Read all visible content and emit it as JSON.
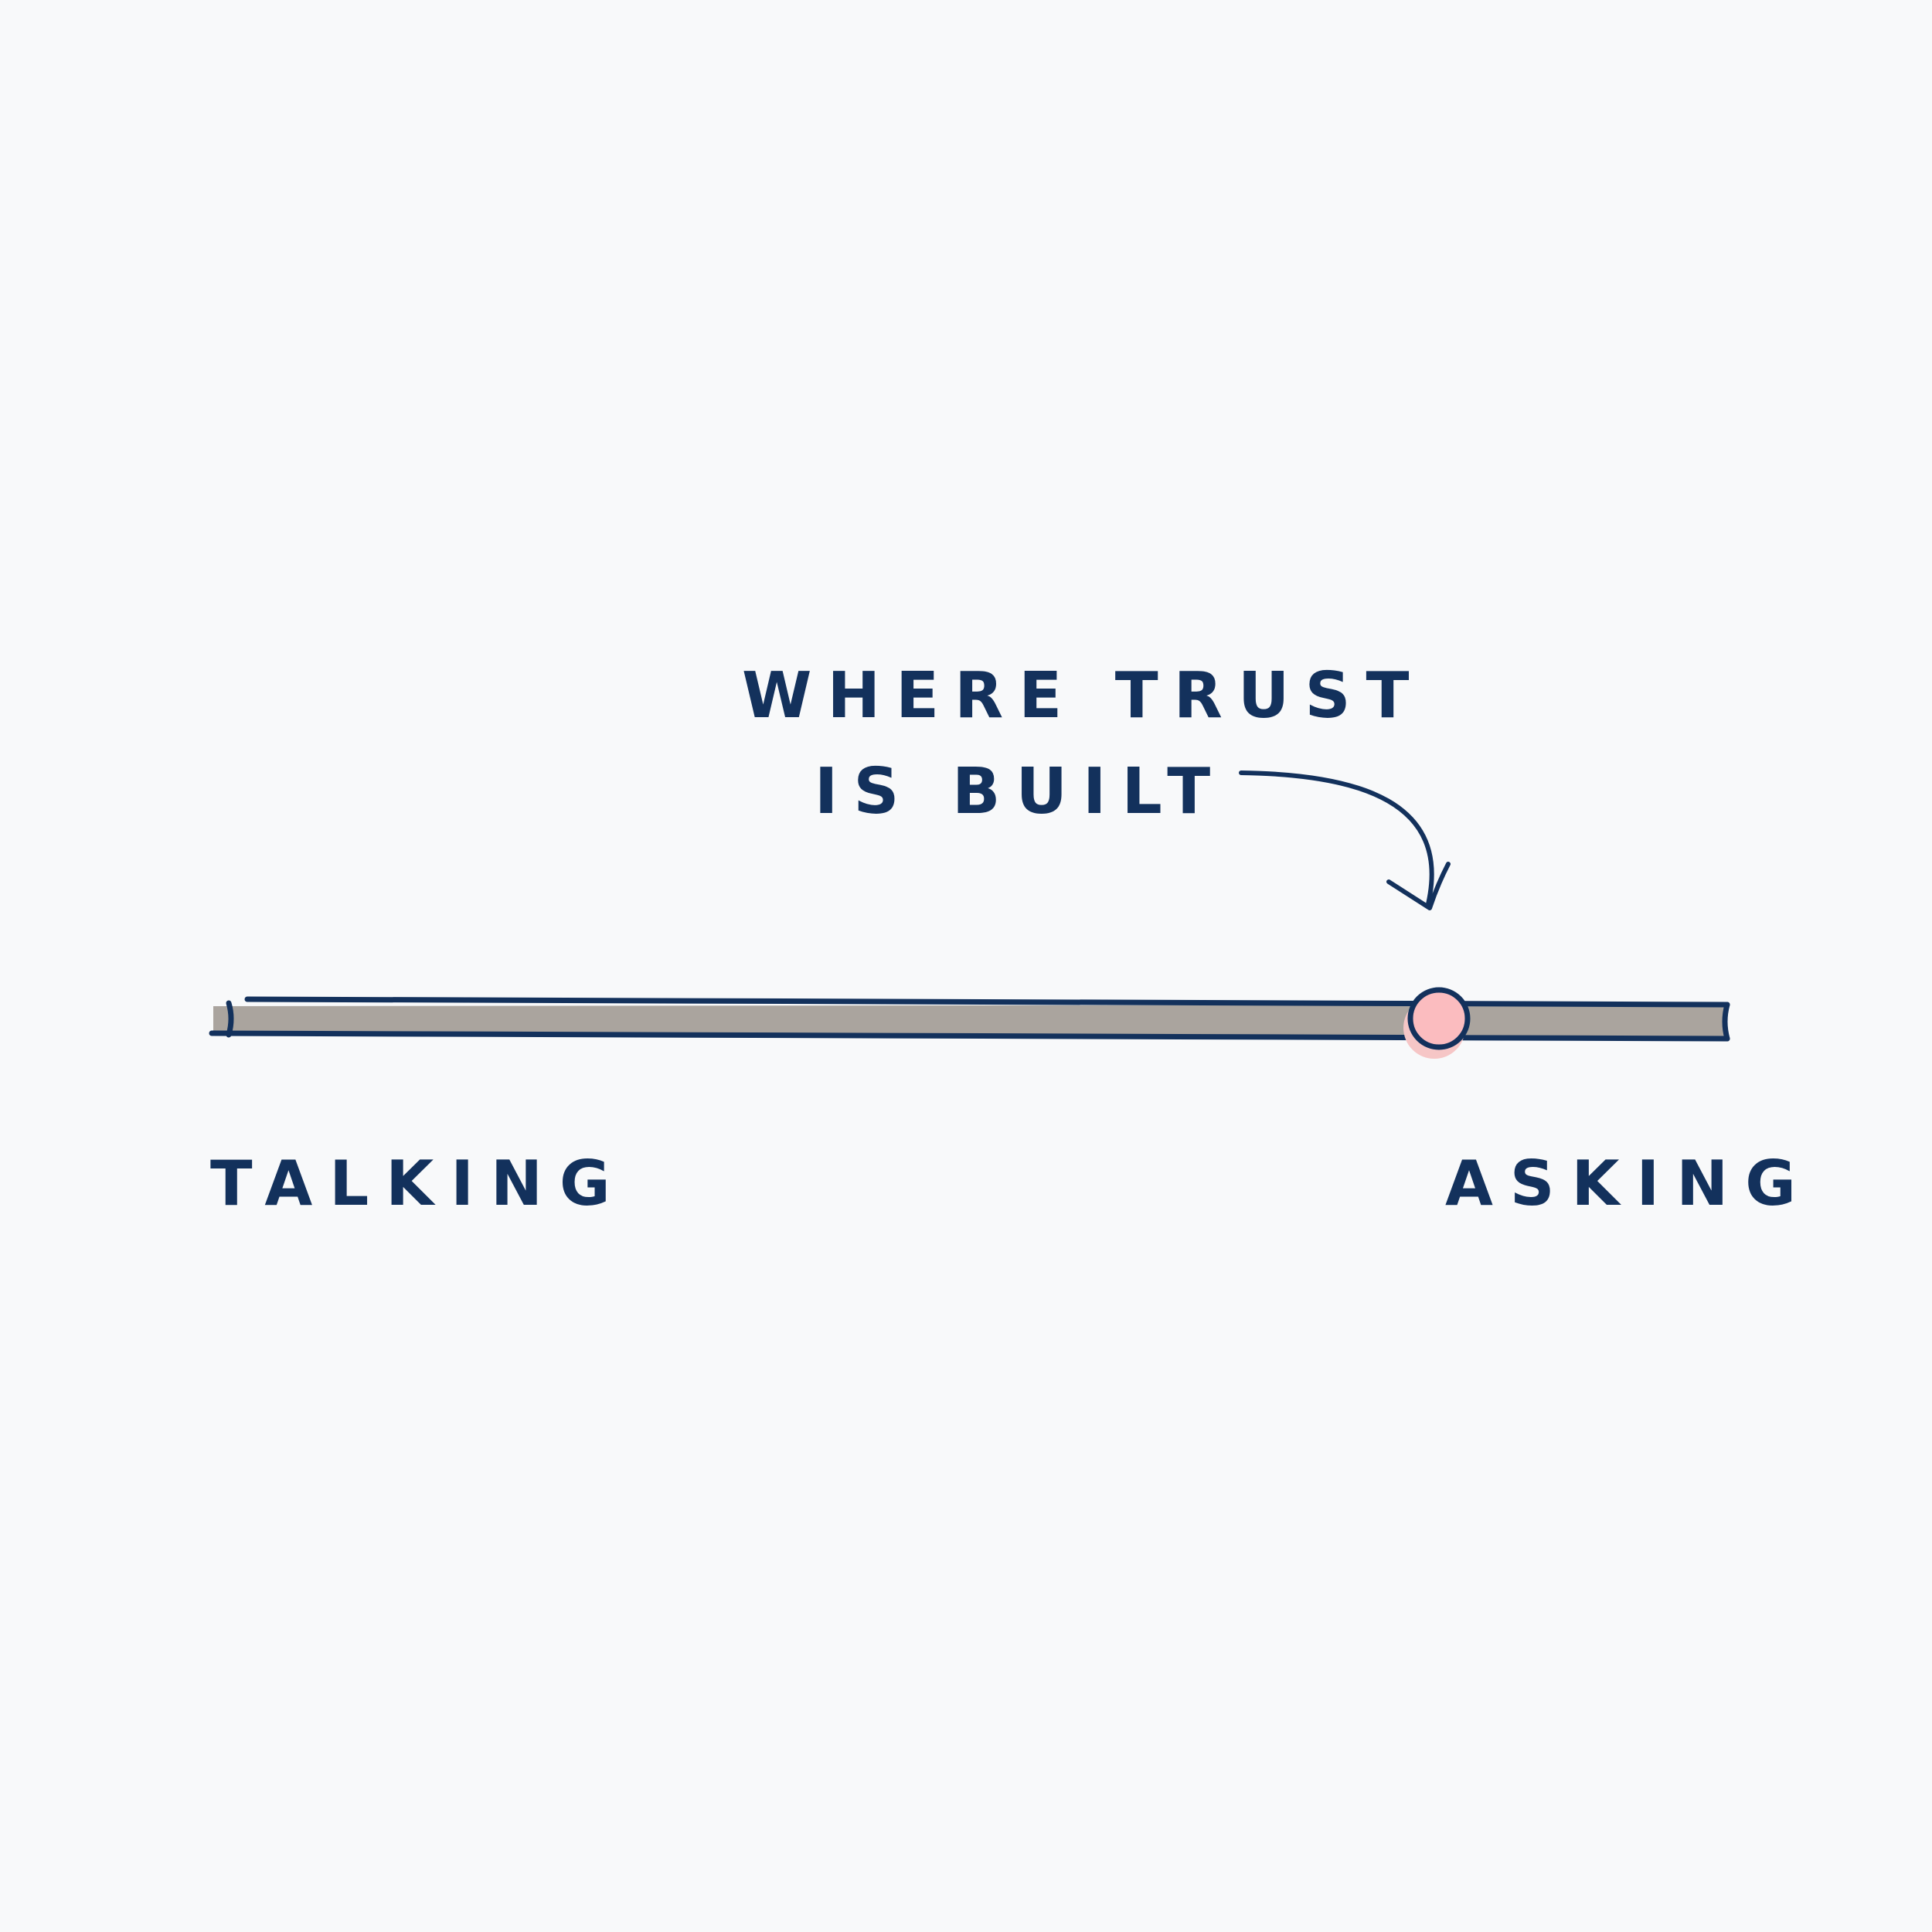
{
  "annotation": {
    "line1": "WHERE TRUST",
    "line2": "IS BUILT"
  },
  "scale": {
    "left_label": "TALKING",
    "right_label": "ASKING",
    "marker_position": 0.81
  },
  "colors": {
    "background": "#f8f9fa",
    "ink": "#13315c",
    "bar_fill": "#aaa49e",
    "marker_fill": "#fbbcbf",
    "marker_shadow": "#f6c6c6"
  },
  "icons": {
    "arrow": "curved-arrow-icon",
    "marker": "circle-marker-icon"
  }
}
